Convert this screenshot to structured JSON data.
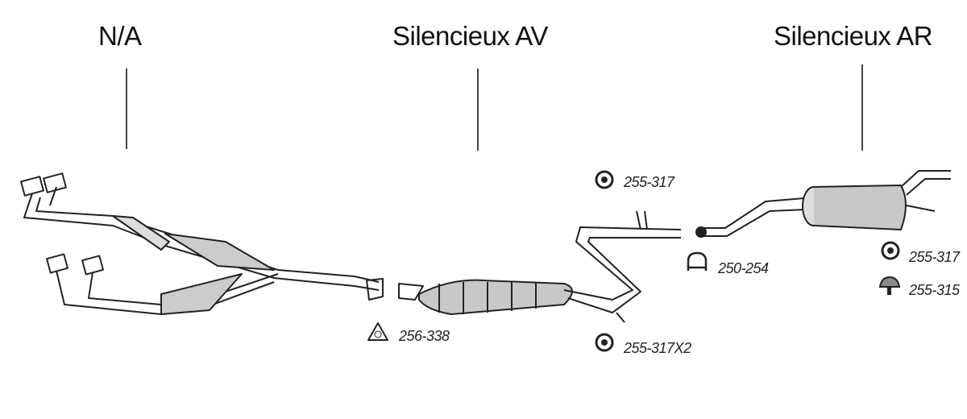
{
  "sections": [
    {
      "title": "N/A"
    },
    {
      "title": "Silencieux AV"
    },
    {
      "title": "Silencieux AR"
    }
  ],
  "parts": [
    {
      "ref": "256-338",
      "icon": "gasket-icon"
    },
    {
      "ref": "255-317",
      "icon": "rubber-ring-icon"
    },
    {
      "ref": "255-317X2",
      "icon": "rubber-ring-icon"
    },
    {
      "ref": "250-254",
      "icon": "clamp-icon"
    },
    {
      "ref": "255-317",
      "icon": "rubber-ring-icon"
    },
    {
      "ref": "255-315",
      "icon": "rubber-mount-icon"
    }
  ]
}
